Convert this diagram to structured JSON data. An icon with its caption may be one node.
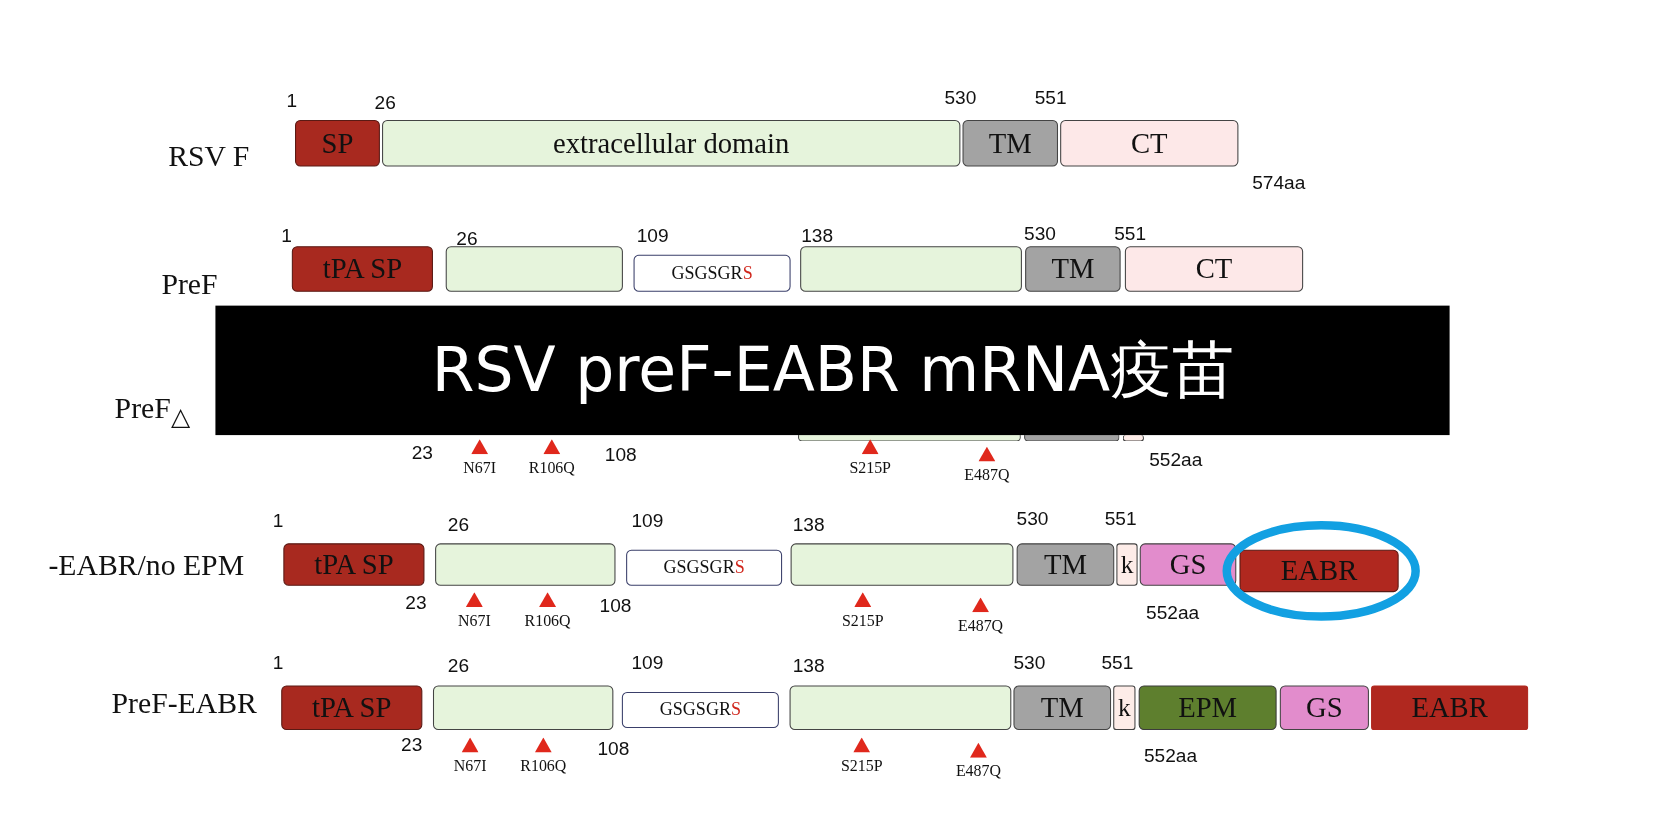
{
  "diagram": {
    "title": "RSV preF-EABR mRNA疫苗",
    "nodes": [
      {
        "text": [
          "SP"
        ]
      },
      {
        "text": [
          "extracellular domain"
        ]
      },
      {
        "text": [
          "TM"
        ]
      },
      {
        "text": [
          "CT"
        ]
      },
      {
        "text": [
          "tPA SP"
        ]
      },
      {
        "text": [],
        "shape": "box"
      },
      {
        "text": [
          "GSGSGRS"
        ]
      },
      {
        "text": [],
        "shape": "box"
      },
      {
        "text": [
          "TM"
        ]
      },
      {
        "text": [
          "CT"
        ]
      },
      {
        "text": [],
        "shape": "box"
      },
      {
        "text": [],
        "shape": "box"
      },
      {
        "text": [],
        "shape": "box"
      },
      {
        "text": [
          "tPA SP"
        ]
      },
      {
        "text": [],
        "shape": "box"
      },
      {
        "text": [
          "GSGSGRS"
        ]
      },
      {
        "text": [],
        "shape": "box"
      },
      {
        "text": [
          "TM"
        ]
      },
      {
        "text": [
          "k"
        ]
      },
      {
        "text": [
          "GS"
        ]
      },
      {
        "text": [
          "EABR"
        ]
      },
      {
        "text": [
          "tPA SP"
        ]
      },
      {
        "text": [],
        "shape": "box"
      },
      {
        "text": [
          "GSGSGRS"
        ]
      },
      {
        "text": [],
        "shape": "box"
      },
      {
        "text": [
          "TM"
        ]
      },
      {
        "text": [
          "k"
        ]
      },
      {
        "text": [
          "EPM"
        ]
      },
      {
        "text": [
          "GS"
        ]
      },
      {
        "text": [
          "EABR"
        ]
      }
    ],
    "labels": [
      "1",
      "26",
      "530",
      "551",
      "RSV F",
      "574aa",
      "1",
      "26",
      "109",
      "138",
      "530",
      "551",
      "PreF",
      "PreF$_{△}$",
      "23",
      "N67I",
      "R106Q",
      "108",
      "S215P",
      "E487Q",
      "552aa",
      "1",
      "26",
      "109",
      "138",
      "530",
      "551",
      "-EABR/no EPM",
      "23",
      "N67I",
      "R106Q",
      "108",
      "S215P",
      "E487Q",
      "552aa",
      "1",
      "26",
      "109",
      "138",
      "530",
      "551",
      "PreF-EABR",
      "23",
      "N67I",
      "R106Q",
      "108",
      "S215P",
      "E487Q",
      "552aa"
    ]
  }
}
